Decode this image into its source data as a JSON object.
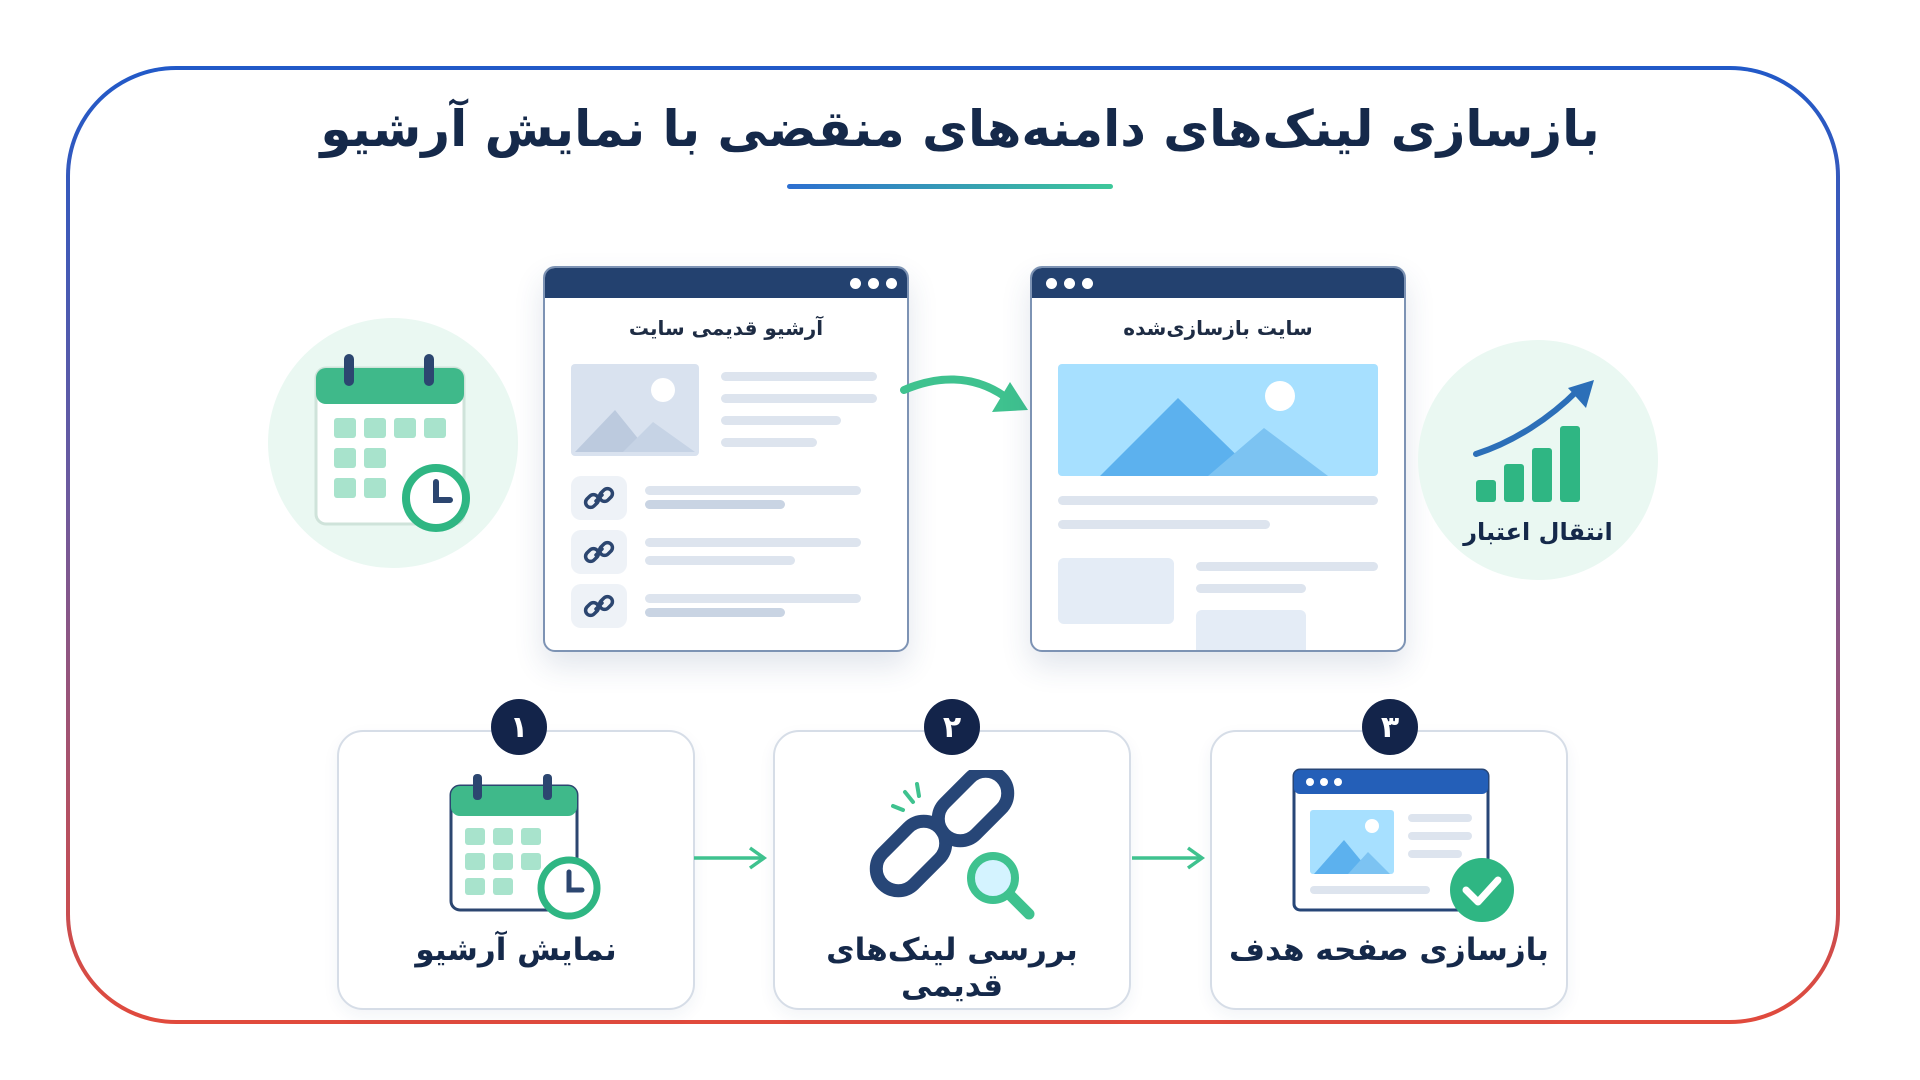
{
  "title": "بازسازی لینک‌های دامنه‌های منقضی با نمایش آرشیو",
  "archive_window": {
    "title": "آرشیو قدیمی سایت",
    "icons": [
      "image-placeholder-icon",
      "link-icon",
      "link-icon",
      "link-icon"
    ]
  },
  "rebuilt_window": {
    "title": "سایت بازسازی‌شده",
    "icons": [
      "landscape-image-icon"
    ]
  },
  "left_icon": "calendar-clock-icon",
  "right_side": {
    "label": "انتقال اعتبار",
    "icon": "growth-bar-chart-icon"
  },
  "steps": [
    {
      "number": "۱",
      "label": "نمایش آرشیو",
      "icon": "calendar-clock-icon"
    },
    {
      "number": "۲",
      "label": "بررسی لینک‌های قدیمی",
      "icon": "broken-link-search-icon"
    },
    {
      "number": "۳",
      "label": "بازسازی صفحه هدف",
      "icon": "webpage-check-icon"
    }
  ],
  "colors": {
    "navy": "#23416f",
    "green": "#2fb683",
    "light_blue": "#9fdcff",
    "frame_top": "#2159c8",
    "frame_bottom": "#e14a3c"
  }
}
